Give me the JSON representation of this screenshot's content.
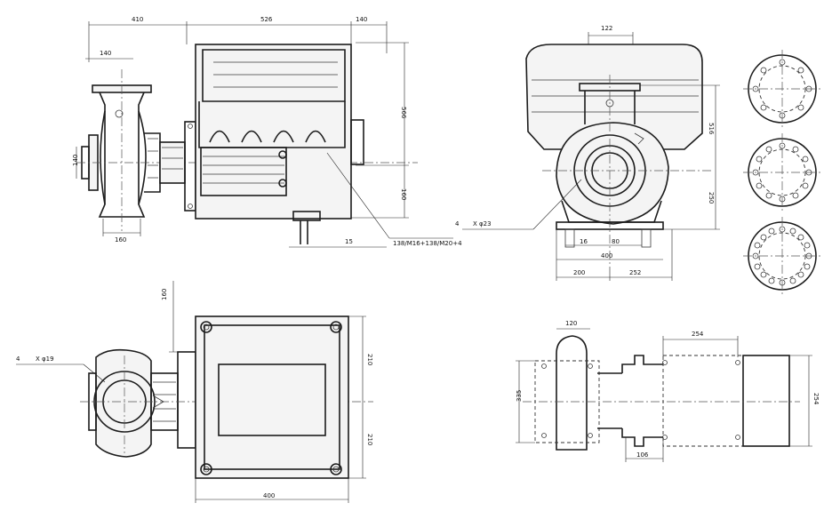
{
  "views": {
    "side": {
      "dims": {
        "overall_left": "410",
        "motor_length": "526",
        "right_top": "140",
        "flange_offset": "140",
        "height_upper": "566",
        "height_lower": "160",
        "inlet_height": "140",
        "base_width": "160",
        "foot_offset": "15",
        "flange_note": "138/M16+138/M20+4"
      }
    },
    "front": {
      "dims": {
        "top_width": "122",
        "height_upper": "516",
        "height_lower": "250",
        "bolt_note_count": "4",
        "bolt_note_size": "X φ23",
        "foot_a": "16",
        "foot_b": "80",
        "base_total": "400",
        "base_left": "200",
        "base_right": "252"
      }
    },
    "top": {
      "dims": {
        "height_top": "160",
        "right_upper": "210",
        "right_lower": "210",
        "width_bottom": "400",
        "bolt_note_count": "4",
        "bolt_note_size": "X φ19"
      }
    },
    "base": {
      "dims": {
        "pump_width": "120",
        "motor_span": "254",
        "left_height": "335",
        "right_height": "254",
        "bottom_span": "106"
      }
    }
  }
}
